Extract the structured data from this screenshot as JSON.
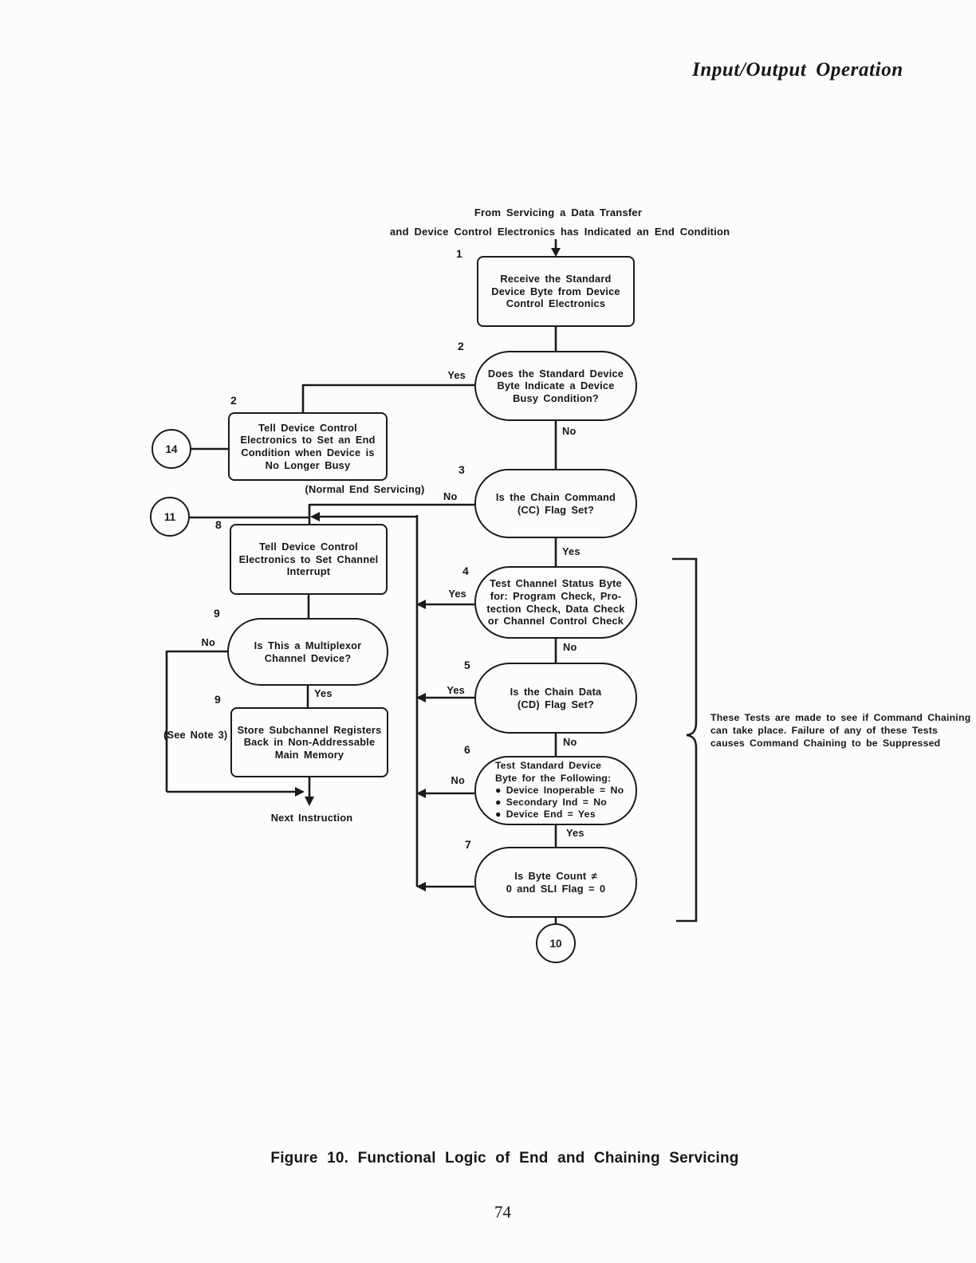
{
  "page": {
    "header": "Input/Output Operation",
    "caption": "Figure 10. Functional Logic of End and Chaining Servicing",
    "page_number": "74"
  },
  "entry": {
    "line1": "From Servicing a Data Transfer",
    "line2": "and Device Control Electronics has Indicated an End Condition"
  },
  "nodes": {
    "receive_byte": {
      "number": "1",
      "lines": [
        "Receive the Standard",
        "Device Byte from Device",
        "Control Electronics"
      ]
    },
    "busy_check": {
      "number": "2",
      "lines": [
        "Does the Standard Device",
        "Byte Indicate a Device",
        "Busy Condition?"
      ]
    },
    "set_end_condition": {
      "number": "2",
      "lines": [
        "Tell Device Control",
        "Electronics to Set an End",
        "Condition when Device is",
        "No Longer Busy"
      ]
    },
    "cc_flag_check": {
      "number": "3",
      "lines": [
        "Is the Chain Command",
        "(CC) Flag Set?"
      ]
    },
    "set_channel_interrupt": {
      "number": "8",
      "lines": [
        "Tell Device Control",
        "Electronics to Set Channel",
        "Interrupt"
      ]
    },
    "channel_status_test": {
      "number": "4",
      "lines": [
        "Test Channel Status Byte",
        "for: Program Check, Pro-",
        "tection Check, Data Check",
        "or Channel Control Check"
      ]
    },
    "multiplexor_check": {
      "number": "9",
      "lines": [
        "Is This a Multiplexor",
        "Channel Device?"
      ]
    },
    "cd_flag_check": {
      "number": "5",
      "lines": [
        "Is the Chain Data",
        "(CD) Flag Set?"
      ]
    },
    "store_subchannel": {
      "number": "9",
      "lines": [
        "Store Subchannel Registers",
        "Back in Non-Addressable",
        "Main Memory"
      ]
    },
    "standard_device_test": {
      "number": "6",
      "lines": [
        "Test Standard Device",
        "Byte for the Following:",
        "● Device Inoperable = No",
        "● Secondary Ind = No",
        "● Device End = Yes"
      ]
    },
    "byte_count_check": {
      "number": "7",
      "lines": [
        "Is Byte Count ≠",
        "0 and SLI Flag = 0"
      ]
    }
  },
  "connectors": {
    "c14": "14",
    "c11": "11",
    "c10": "10"
  },
  "labels": {
    "yes_busy": "Yes",
    "no_busy": "No",
    "normal_end": "(Normal End Servicing)",
    "no_cc": "No",
    "yes_cc": "Yes",
    "yes_status": "Yes",
    "no_status": "No",
    "yes_cd": "Yes",
    "no_cd": "No",
    "no_device": "No",
    "yes_device": "Yes",
    "no_mpx": "No",
    "yes_mpx": "Yes",
    "see_note": "(See Note 3)",
    "next_instruction": "Next Instruction"
  },
  "note": {
    "lines": [
      "These Tests are made to see if Command Chaining",
      "can take place.  Failure of any of these Tests",
      "causes Command Chaining to be Suppressed"
    ]
  },
  "colors": {
    "ink": "#1b1b1b",
    "paper": "#fcfcfa"
  }
}
